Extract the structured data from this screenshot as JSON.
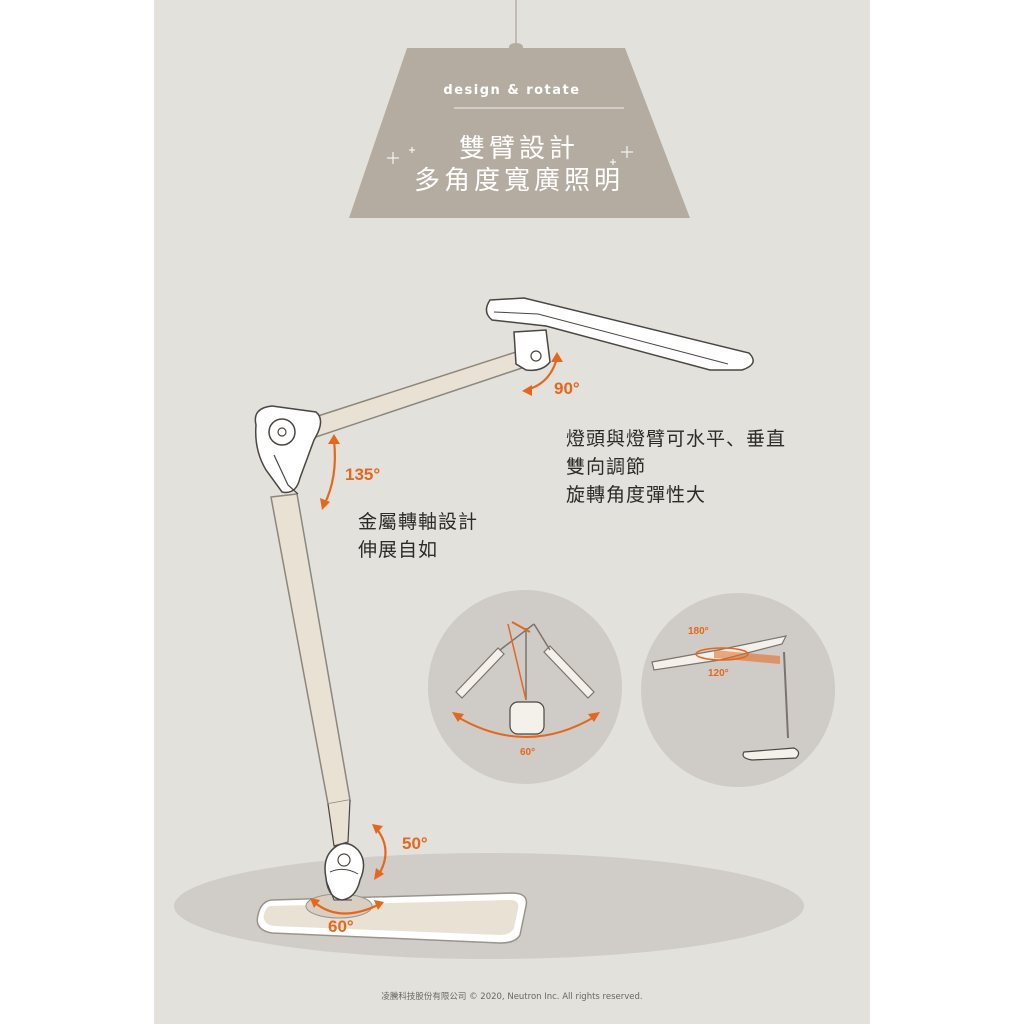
{
  "header": {
    "eyebrow": "design & rotate",
    "title_line1": "雙臂設計",
    "title_line2": "多角度寬廣照明"
  },
  "notes": {
    "head": [
      "燈頭與燈臂可水平、垂直",
      "雙向調節",
      "旋轉角度彈性大"
    ],
    "joint": [
      "金屬轉軸設計",
      "伸展自如"
    ]
  },
  "angles": {
    "head": "90°",
    "elbow": "135°",
    "base_joint": "50°",
    "base_rotate": "60°",
    "circle_left": "60°",
    "circle_right_top": "180°",
    "circle_right_bottom": "120°"
  },
  "footer": "凌騰科技股份有限公司 © 2020, Neutron Inc. All rights reserved.",
  "colors": {
    "background": "#e3e1dc",
    "banner": "#b5aca1",
    "accent": "#e5671e",
    "lamp_body": "#e9e1d4",
    "circle": "#cfcbc6"
  }
}
